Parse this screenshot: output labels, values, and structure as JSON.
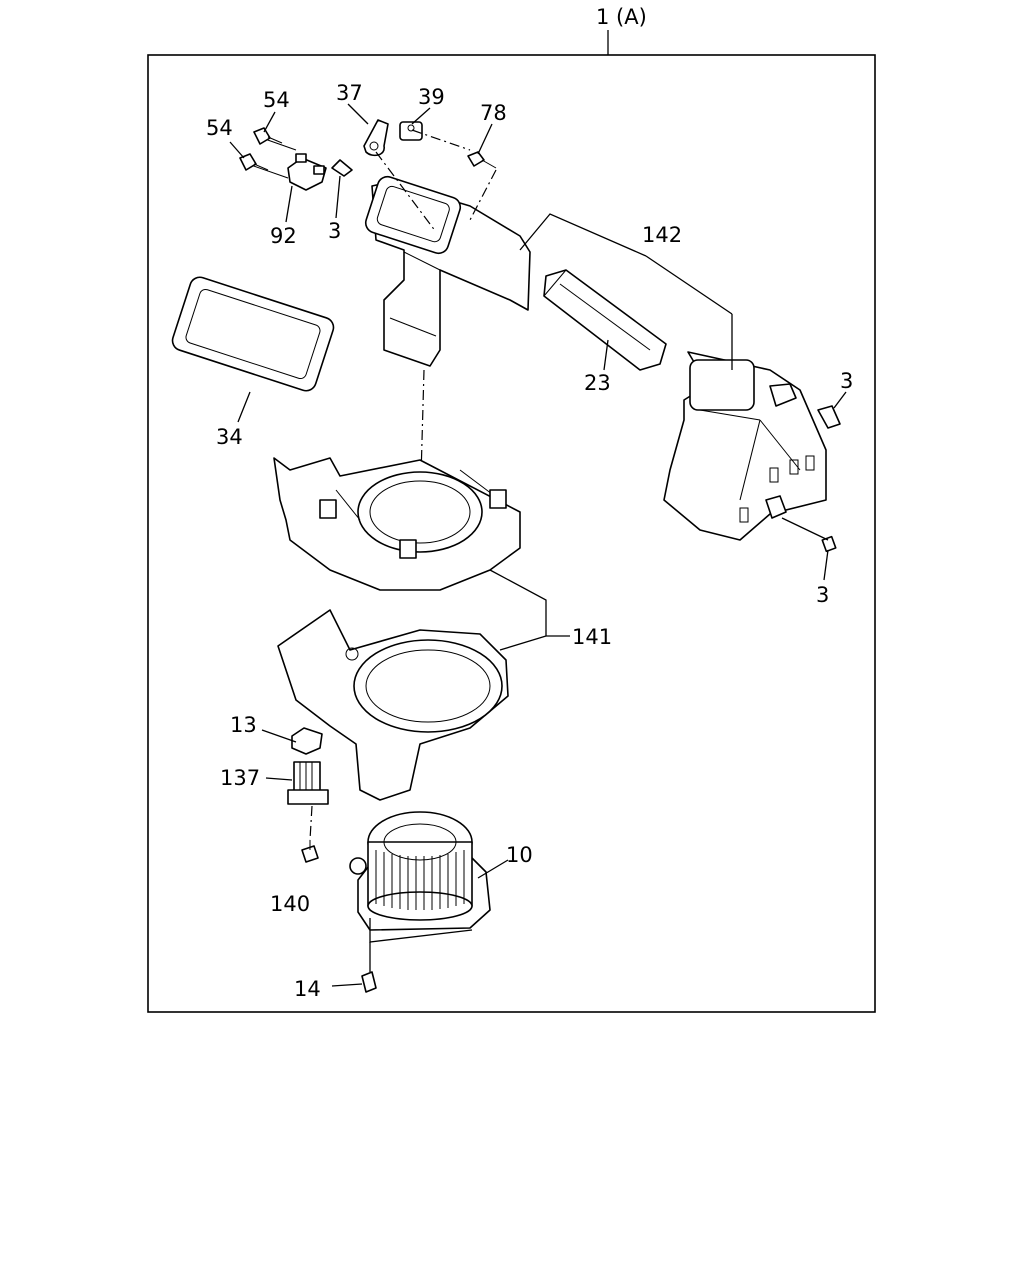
{
  "title_label": "1 (A)",
  "labels": {
    "p54a": "54",
    "p54b": "54",
    "p37": "37",
    "p39": "39",
    "p78": "78",
    "p92": "92",
    "p3a": "3",
    "p142": "142",
    "p23": "23",
    "p3b": "3",
    "p34": "34",
    "p3c": "3",
    "p141": "141",
    "p13": "13",
    "p137": "137",
    "p10": "10",
    "p140": "140",
    "p14": "14"
  }
}
